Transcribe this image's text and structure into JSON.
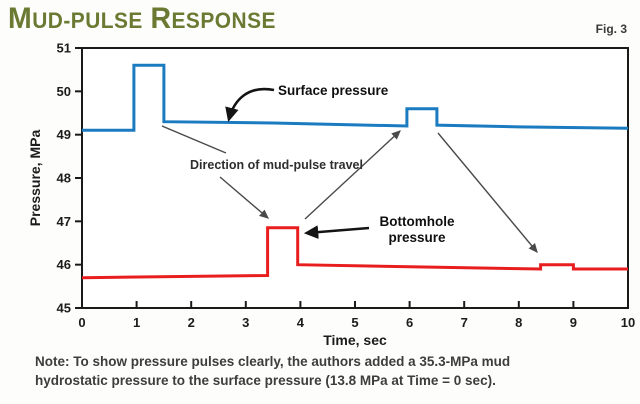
{
  "header": {
    "title_full": "Mud-pulse response",
    "title_parts": {
      "cap1": "M",
      "small1": "UD-PULSE",
      "cap2": "R",
      "small2": "ESPONSE"
    },
    "title_color": "#6b7a33",
    "fig_label": "Fig. 3"
  },
  "chart_data": {
    "type": "line",
    "title": "Mud-pulse response",
    "xlabel": "Time, sec",
    "ylabel": "Pressure, MPa",
    "xlim": [
      0,
      10
    ],
    "ylim": [
      45,
      51
    ],
    "x_ticks": [
      0,
      1,
      2,
      3,
      4,
      5,
      6,
      7,
      8,
      9,
      10
    ],
    "y_ticks": [
      45,
      46,
      47,
      48,
      49,
      50,
      51
    ],
    "grid": false,
    "legend_position": "none",
    "series": [
      {
        "name": "Surface pressure",
        "color": "#1b7bc0",
        "points": [
          [
            0,
            49.1
          ],
          [
            0.95,
            49.1
          ],
          [
            0.95,
            50.6
          ],
          [
            1.5,
            50.6
          ],
          [
            1.5,
            49.3
          ],
          [
            3.5,
            49.27
          ],
          [
            5.95,
            49.2
          ],
          [
            5.95,
            49.6
          ],
          [
            6.5,
            49.6
          ],
          [
            6.5,
            49.22
          ],
          [
            8,
            49.18
          ],
          [
            10,
            49.15
          ]
        ]
      },
      {
        "name": "Bottomhole pressure",
        "color": "#e81e1e",
        "points": [
          [
            0,
            45.7
          ],
          [
            2,
            45.73
          ],
          [
            3.4,
            45.75
          ],
          [
            3.4,
            46.85
          ],
          [
            3.95,
            46.85
          ],
          [
            3.95,
            46.0
          ],
          [
            6,
            45.95
          ],
          [
            8.4,
            45.9
          ],
          [
            8.4,
            46.0
          ],
          [
            9,
            46.0
          ],
          [
            9,
            45.9
          ],
          [
            10,
            45.9
          ]
        ]
      }
    ],
    "annotations": {
      "surface_label": "Surface pressure",
      "bottomhole_label_line1": "Bottomhole",
      "bottomhole_label_line2": "pressure",
      "direction_label": "Direction of mud-pulse travel"
    }
  },
  "note": {
    "line1": "Note: To show pressure pulses clearly, the authors added a 35.3-MPa mud",
    "line2": "hydrostatic pressure to the surface pressure (13.8 MPa at Time = 0 sec)."
  }
}
